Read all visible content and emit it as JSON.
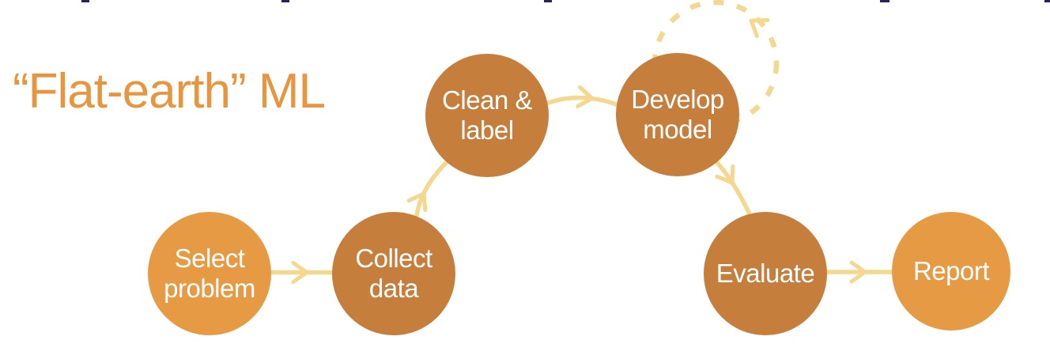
{
  "title": {
    "text": "“Flat-earth” ML"
  },
  "colors": {
    "title": "#E8953F",
    "node_light": "#E69A44",
    "node_dark": "#C67E3D",
    "arrow": "#F5D88F",
    "label_text": "#FFFFFF",
    "artifact": "#2B2160"
  },
  "diagram": {
    "type": "flowchart",
    "nodes": [
      {
        "id": "select-problem",
        "lines": [
          "Select",
          "problem"
        ],
        "variant": "node_light"
      },
      {
        "id": "collect-data",
        "lines": [
          "Collect",
          "data"
        ],
        "variant": "node_dark"
      },
      {
        "id": "clean-label",
        "lines": [
          "Clean &",
          "label"
        ],
        "variant": "node_dark"
      },
      {
        "id": "develop-model",
        "lines": [
          "Develop",
          "model"
        ],
        "variant": "node_dark"
      },
      {
        "id": "evaluate",
        "lines": [
          "Evaluate"
        ],
        "variant": "node_dark"
      },
      {
        "id": "report",
        "lines": [
          "Report"
        ],
        "variant": "node_light"
      }
    ],
    "edges": [
      {
        "from": "select-problem",
        "to": "collect-data",
        "style": "solid-arrow"
      },
      {
        "from": "collect-data",
        "to": "clean-label",
        "style": "solid-arrow"
      },
      {
        "from": "clean-label",
        "to": "develop-model",
        "style": "solid-arrow"
      },
      {
        "from": "develop-model",
        "to": "develop-model",
        "style": "dashed-self-loop-arrow"
      },
      {
        "from": "develop-model",
        "to": "evaluate",
        "style": "solid-arrow"
      },
      {
        "from": "evaluate",
        "to": "report",
        "style": "solid-arrow"
      }
    ]
  }
}
